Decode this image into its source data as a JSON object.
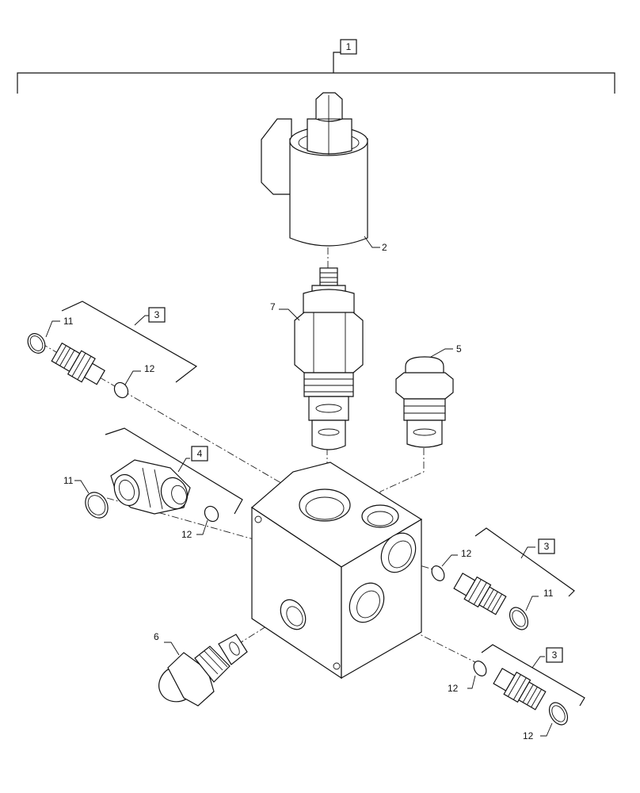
{
  "callouts": {
    "assembly": "1",
    "solenoid_coil": "2",
    "fitting_kit_left": "3",
    "fitting_kit_right_upper": "3",
    "fitting_kit_right_lower": "3",
    "elbow_kit": "4",
    "check_valve": "5",
    "relief_valve": "6",
    "solenoid_valve_cartridge": "7",
    "o_ring_11_left": "11",
    "o_ring_12_left": "12",
    "o_ring_11_elbow": "11",
    "o_ring_12_elbow": "12",
    "o_ring_12_right_upper": "12",
    "o_ring_11_right_upper": "11",
    "o_ring_12_right_lower_a": "12",
    "o_ring_12_right_lower_b": "12"
  }
}
